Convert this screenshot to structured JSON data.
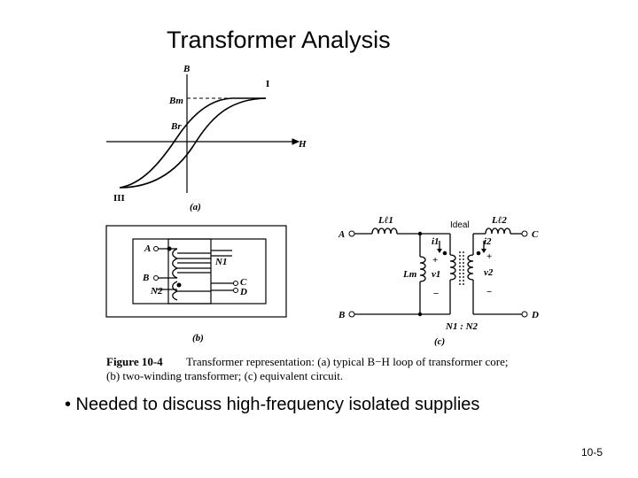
{
  "slide": {
    "title": "Transformer Analysis",
    "bullet": "• Needed to discuss high-frequency isolated supplies",
    "page_number": "10-5"
  },
  "figure": {
    "bh_loop": {
      "axis_b": "B",
      "axis_h": "H",
      "bm": "Bm",
      "br": "Br",
      "quadrant_1": "I",
      "quadrant_3": "III",
      "panel": "(a)"
    },
    "core": {
      "terminal_a": "A",
      "terminal_b": "B",
      "terminal_c": "C",
      "terminal_d": "D",
      "n1": "N1",
      "n2": "N2",
      "panel": "(b)"
    },
    "circuit": {
      "terminal_a": "A",
      "terminal_b": "B",
      "terminal_c": "C",
      "terminal_d": "D",
      "ll1": "Lℓ1",
      "ll2": "Lℓ2",
      "ideal": "Ideal",
      "i1": "i1",
      "i2": "i2",
      "v1": "v1",
      "v2": "v2",
      "lm": "Lm",
      "plus1": "+",
      "minus1": "−",
      "plus2": "+",
      "minus2": "−",
      "ratio": "N1 : N2",
      "panel": "(c)"
    },
    "caption": {
      "label": "Figure 10-4",
      "line1": "Transformer representation: (a) typical B−H loop of transformer core;",
      "line2": "(b) two-winding transformer; (c) equivalent circuit."
    }
  }
}
